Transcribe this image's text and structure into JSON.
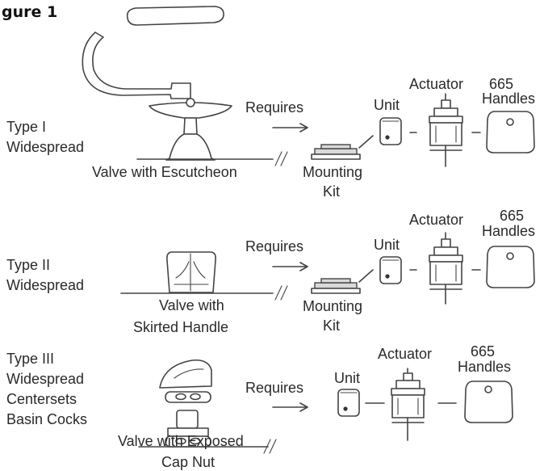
{
  "figure": {
    "title": "gure 1"
  },
  "rows": [
    {
      "type_label": [
        "Type I",
        "Widespread"
      ],
      "valve_caption": [
        "Valve with Escutcheon"
      ],
      "requires": "Requires",
      "unit": "Unit",
      "actuator": "Actuator",
      "handles": [
        "665",
        "Handles"
      ],
      "mounting_kit": [
        "Mounting",
        "Kit"
      ]
    },
    {
      "type_label": [
        "Type II",
        "Widespread"
      ],
      "valve_caption": [
        "Valve with",
        "Skirted Handle"
      ],
      "requires": "Requires",
      "unit": "Unit",
      "actuator": "Actuator",
      "handles": [
        "665",
        "Handles"
      ],
      "mounting_kit": [
        "Mounting",
        "Kit"
      ]
    },
    {
      "type_label": [
        "Type III",
        "Widespread",
        "Centersets",
        "Basin Cocks"
      ],
      "valve_caption": [
        "Valve with Exposed",
        "Cap Nut"
      ],
      "requires": "Requires",
      "unit": "Unit",
      "actuator": "Actuator",
      "handles": [
        "665",
        "Handles"
      ]
    }
  ],
  "colors": {
    "line": "#444444",
    "text": "#2a2a2a",
    "background": "#ffffff"
  }
}
